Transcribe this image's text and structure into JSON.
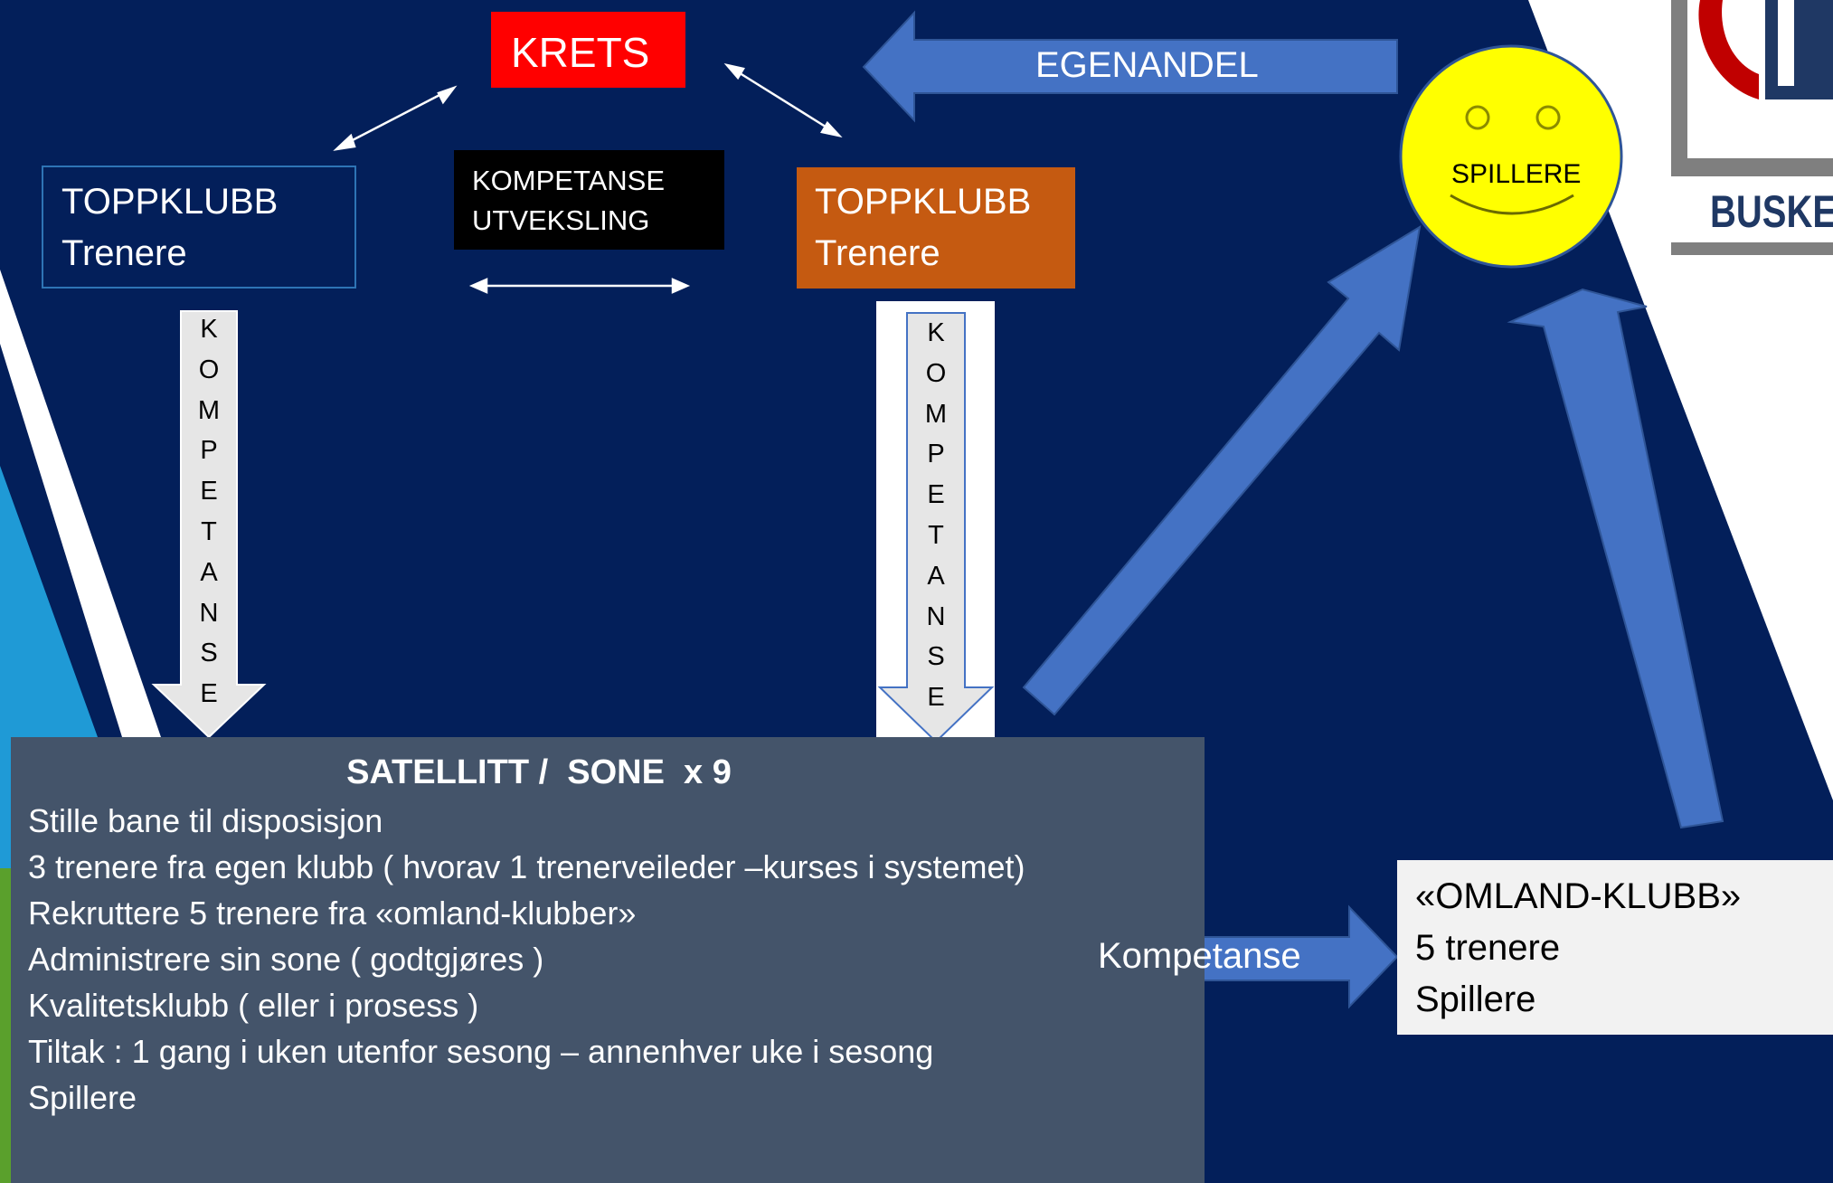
{
  "colors": {
    "background": "#031f5a",
    "krets": "#ff0000",
    "toppklubb_right": "#c55a11",
    "satellitt": "#44546a",
    "arrow_blue": "#4472c4",
    "smiley": "#ffff00",
    "omland": "#f2f2f2"
  },
  "krets": {
    "label": "KRETS"
  },
  "egenandel": {
    "label": "EGENANDEL"
  },
  "spillere_smiley": {
    "label": "SPILLERE"
  },
  "toppklubb_left": {
    "line1": "TOPPKLUBB",
    "line2": "Trenere"
  },
  "toppklubb_right": {
    "line1": "TOPPKLUBB",
    "line2": "Trenere"
  },
  "kompetanse_utveksling": {
    "line1": "KOMPETANSE",
    "line2": "UTVEKSLING"
  },
  "kompetanse_vertical": {
    "letters": [
      "K",
      "O",
      "M",
      "P",
      "E",
      "T",
      "A",
      "N",
      "S",
      "E"
    ]
  },
  "satellitt": {
    "title": "SATELLITT /  SONE  x 9",
    "lines": [
      "Stille bane til disposisjon",
      "3 trenere fra egen klubb ( hvorav 1 trenerveileder –kurses i systemet)",
      "Rekruttere 5 trenere fra «omland-klubber»",
      "Administrere sin sone ( godtgjøres )",
      "Kvalitetsklubb ( eller i prosess )",
      "Tiltak : 1 gang i uken utenfor sesong – annenhver uke i sesong",
      "Spillere"
    ]
  },
  "kompetanse_arrow": {
    "label": "Kompetanse"
  },
  "omland": {
    "line1": "«OMLAND-KLUBB»",
    "line2": "5 trenere",
    "line3": "Spillere"
  },
  "logo": {
    "text": "BUSKER"
  }
}
